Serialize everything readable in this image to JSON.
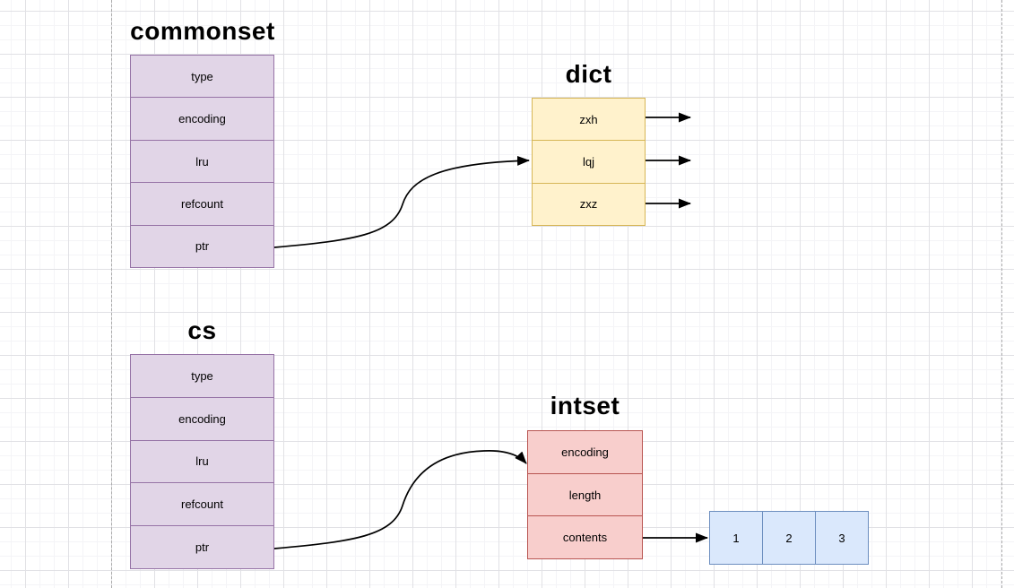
{
  "canvas": {
    "background": "#ffffff",
    "grid_minor_color": "#f4f4f7",
    "grid_major_color": "#e1e1e5",
    "page_divider_color": "#ababab",
    "arrow_color": "#000000"
  },
  "tables": [
    {
      "id": "commonset",
      "title": "commonset",
      "rows": [
        "type",
        "encoding",
        "lru",
        "refcount",
        "ptr"
      ],
      "fill": "#e1d5e7",
      "stroke": "#9673a6"
    },
    {
      "id": "dict",
      "title": "dict",
      "rows": [
        "zxh",
        "lqj",
        "zxz"
      ],
      "fill": "#fff2cc",
      "stroke": "#d6b656"
    },
    {
      "id": "cs",
      "title": "cs",
      "rows": [
        "type",
        "encoding",
        "lru",
        "refcount",
        "ptr"
      ],
      "fill": "#e1d5e7",
      "stroke": "#9673a6"
    },
    {
      "id": "intset",
      "title": "intset",
      "rows": [
        "encoding",
        "length",
        "contents"
      ],
      "fill": "#f8cecc",
      "stroke": "#b85450"
    }
  ],
  "int_array": {
    "id": "int-array",
    "values": [
      "1",
      "2",
      "3"
    ],
    "fill": "#dae8fc",
    "stroke": "#6c8ebf"
  },
  "connectors": [
    {
      "id": "commonset-ptr-to-dict",
      "from": "commonset.ptr",
      "to": "dict.lqj"
    },
    {
      "id": "dict-zxh-out",
      "from": "dict.zxh",
      "to": ""
    },
    {
      "id": "dict-lqj-out",
      "from": "dict.lqj",
      "to": ""
    },
    {
      "id": "dict-zxz-out",
      "from": "dict.zxz",
      "to": ""
    },
    {
      "id": "cs-ptr-to-intset",
      "from": "cs.ptr",
      "to": "intset.encoding"
    },
    {
      "id": "intset-contents-to-array",
      "from": "intset.contents",
      "to": "int-array"
    }
  ]
}
